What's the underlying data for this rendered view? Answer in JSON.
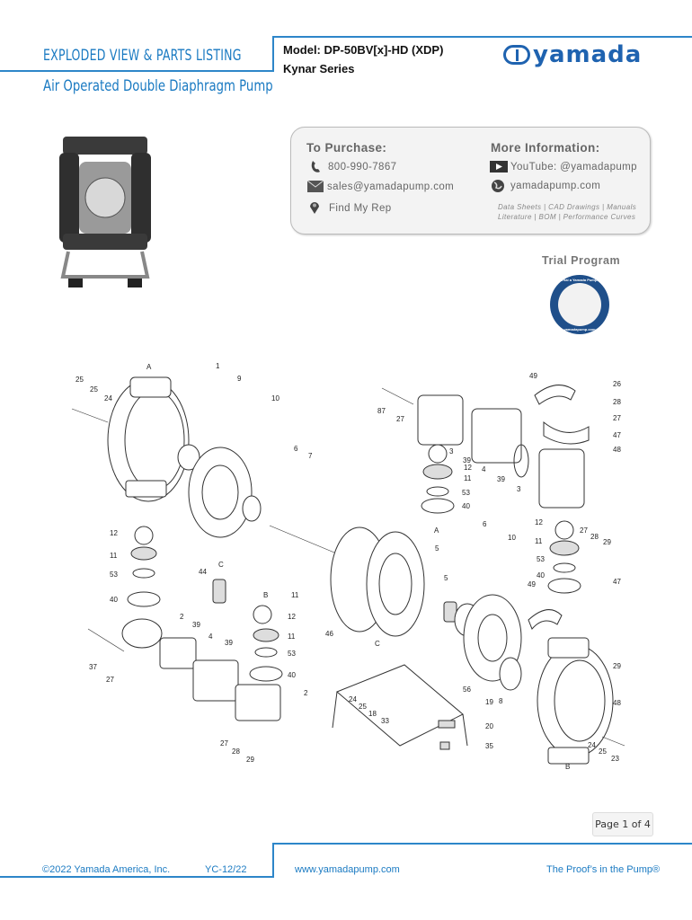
{
  "header": {
    "title": "EXPLODED VIEW & PARTS LISTING",
    "subtitle": "Air Operated Double Diaphragm Pump",
    "model": "Model: DP-50BV[x]-HD (XDP)",
    "series": "Kynar Series",
    "logo_text": "yamada"
  },
  "info": {
    "purchase_heading": "To Purchase:",
    "phone": "800-990-7867",
    "email": "sales@yamadapump.com",
    "find_rep": "Find My Rep",
    "more_heading": "More Information:",
    "youtube": "YouTube: @yamadapump",
    "website": "yamadapump.com",
    "links_line1": "Data Sheets | CAD Drawings | Manuals",
    "links_line2": "Literature | BOM | Performance Curves"
  },
  "trial": {
    "label": "Trial Program",
    "badge_top": "Trial a Yamada Pump!",
    "badge_bottom": "yamadapump.com"
  },
  "diagram": {
    "labels": [
      "25",
      "25",
      "24",
      "A",
      "1",
      "9",
      "10",
      "6",
      "7",
      "12",
      "11",
      "53",
      "40",
      "44",
      "C",
      "B",
      "11",
      "12",
      "2",
      "39",
      "4",
      "37",
      "27",
      "39",
      "11",
      "53",
      "40",
      "2",
      "27",
      "28",
      "29",
      "46",
      "C",
      "24",
      "25",
      "18",
      "33",
      "56",
      "19",
      "20",
      "35",
      "5",
      "6",
      "10",
      "5",
      "87",
      "27",
      "49",
      "26",
      "28",
      "27",
      "47",
      "48",
      "3",
      "39",
      "12",
      "4",
      "11",
      "39",
      "3",
      "53",
      "40",
      "A",
      "12",
      "27",
      "28",
      "29",
      "11",
      "53",
      "40",
      "49",
      "47",
      "29",
      "8",
      "48",
      "24",
      "25",
      "23",
      "B"
    ]
  },
  "page": {
    "indicator": "Page 1 of 4"
  },
  "footer": {
    "copyright": "©2022 Yamada America, Inc.",
    "code": "YC-12/22",
    "url": "www.yamadapump.com",
    "tagline": "The Proof’s in the Pump®"
  },
  "colors": {
    "accent": "#1a7ac2",
    "logo": "#1f63b0"
  }
}
